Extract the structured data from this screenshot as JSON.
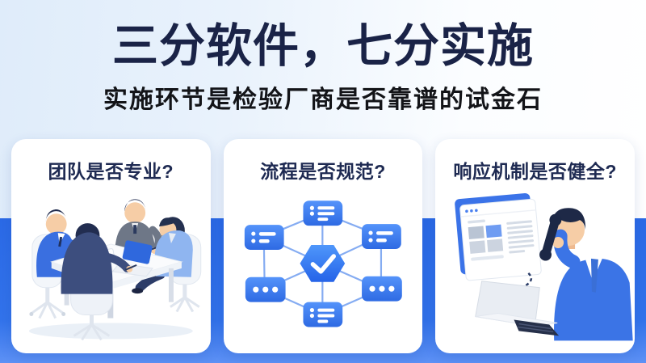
{
  "header": {
    "title": "三分软件，七分实施",
    "subtitle": "实施环节是检验厂商是否靠谱的试金石"
  },
  "cards": [
    {
      "title": "团队是否专业?",
      "illustration": "team-meeting"
    },
    {
      "title": "流程是否规范?",
      "illustration": "process-network"
    },
    {
      "title": "响应机制是否健全?",
      "illustration": "customer-support-call"
    }
  ],
  "colors": {
    "accent_blue_band": "#2e6fe9",
    "title_navy": "#1a2347",
    "card_title_navy": "#1e2a52",
    "illustration_blue": "#3a74e4",
    "node_blue": "#3f7ef2",
    "connector_blue": "#85acf2",
    "suit_gray": "#6e7787",
    "skin_tone": "#f6cda6",
    "hair_navy": "#222d50"
  }
}
